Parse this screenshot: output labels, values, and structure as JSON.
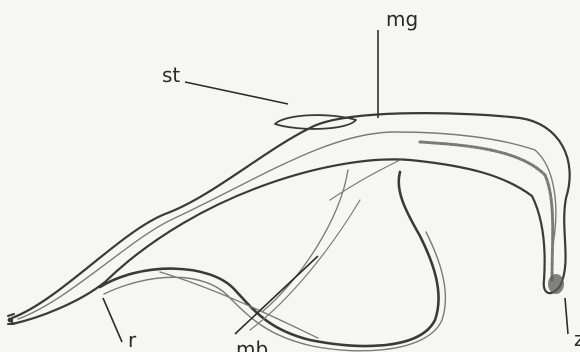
{
  "labels": {
    "mg": "mg",
    "st": "st",
    "r": "r",
    "mb": "mb",
    "z": "z"
  }
}
